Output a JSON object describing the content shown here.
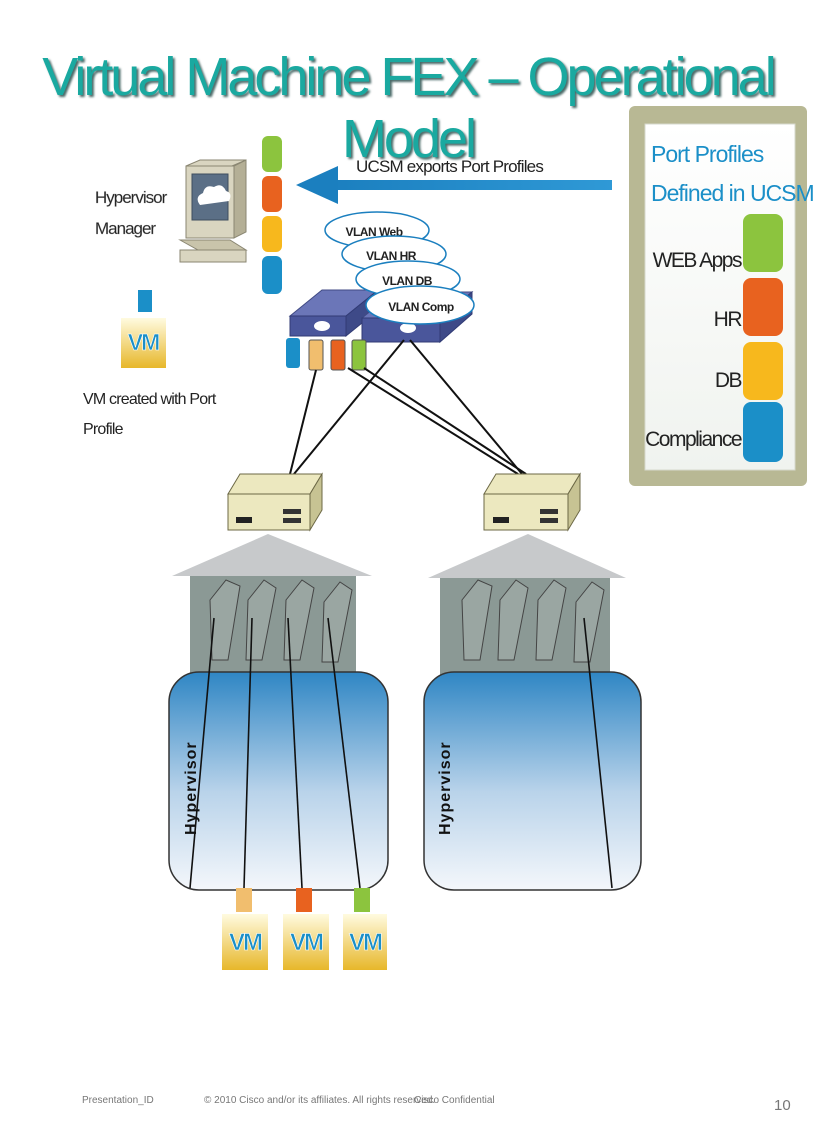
{
  "title": "Virtual Machine FEX – Operational Model",
  "hypervisor_manager": {
    "label_line1": "Hypervisor",
    "label_line2": "Manager"
  },
  "export_arrow": {
    "label": "UCSM exports Port Profiles"
  },
  "port_profiles_panel": {
    "heading_line1": "Port Profiles",
    "heading_line2": "Defined in UCSM",
    "profiles": [
      {
        "label": "WEB Apps",
        "color": "#8cc43e"
      },
      {
        "label": "HR",
        "color": "#e8621f"
      },
      {
        "label": "DB",
        "color": "#f7b81d"
      },
      {
        "label": "Compliance",
        "color": "#1b8fc8"
      }
    ]
  },
  "vlans": [
    "VLAN Web",
    "VLAN HR",
    "VLAN DB",
    "VLAN Comp"
  ],
  "vm_created": {
    "vm_label": "VM",
    "caption_line1": "VM created with Port",
    "caption_line2": "Profile"
  },
  "hosts": [
    {
      "hypervisor_label": "Hypervisor"
    },
    {
      "hypervisor_label": "Hypervisor"
    }
  ],
  "bottom_vms": [
    {
      "label": "VM",
      "color": "#f1be6e"
    },
    {
      "label": "VM",
      "color": "#e8621f"
    },
    {
      "label": "VM",
      "color": "#8cc43e"
    }
  ],
  "footer": {
    "presentation_id": "Presentation_ID",
    "copyright": "© 2010 Cisco and/or its affiliates. All rights reserved.",
    "confidential": "Cisco Confidential",
    "page_number": "10"
  }
}
